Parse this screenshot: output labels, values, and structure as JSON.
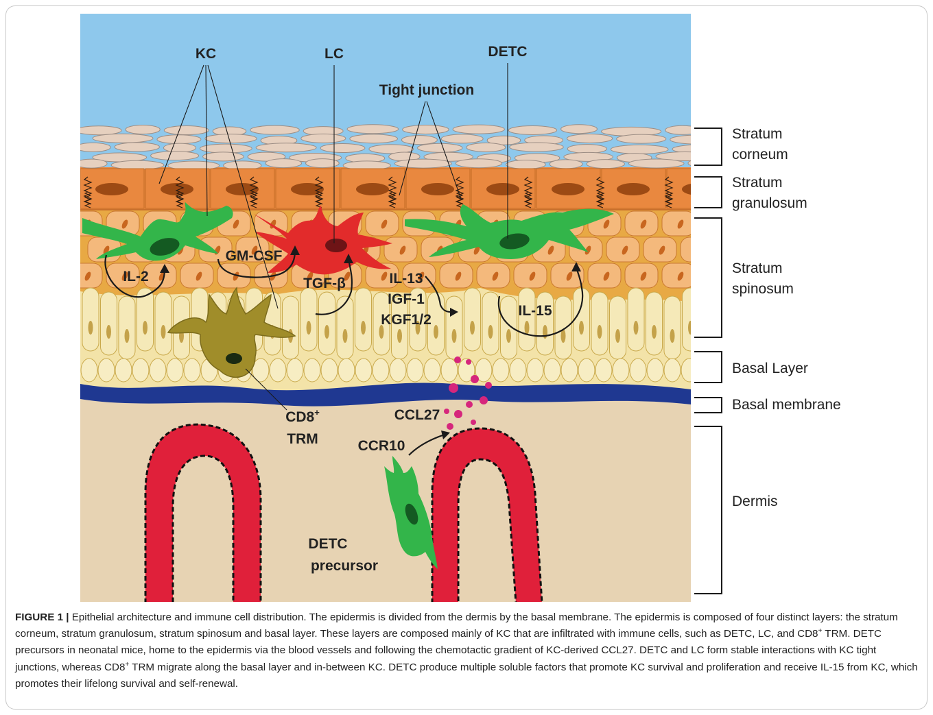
{
  "labels": {
    "kc": "KC",
    "lc": "LC",
    "detc": "DETC",
    "tight_junction": "Tight junction",
    "gm_csf": "GM-CSF",
    "il2": "IL-2",
    "tgf_b": "TGF-β",
    "il13": "IL-13",
    "igf1": "IGF-1",
    "kgf": "KGF1/2",
    "il15": "IL-15",
    "cd8_base": "CD8",
    "cd8_sup": "+",
    "trm": "TRM",
    "ccl27": "CCL27",
    "ccr10": "CCR10",
    "detc_precursor_1": "DETC",
    "detc_precursor_2": "precursor"
  },
  "layers": {
    "corneum_1": "Stratum",
    "corneum_2": "corneum",
    "granulosum_1": "Stratum",
    "granulosum_2": "granulosum",
    "spinosum_1": "Stratum",
    "spinosum_2": "spinosum",
    "basal_layer": "Basal Layer",
    "basal_membrane": "Basal membrane",
    "dermis": "Dermis"
  },
  "caption": {
    "label": "FIGURE 1 |",
    "part1": " Epithelial architecture and immune cell distribution. The epidermis is divided from the dermis by the basal membrane. The epidermis is composed of four distinct layers: the stratum corneum, stratum granulosum, stratum spinosum and basal layer. These layers are composed mainly of KC that are infiltrated with immune cells, such as DETC, LC, and CD8",
    "sup1": "+",
    "part2": " TRM. DETC precursors in neonatal mice, home to the epidermis via the blood vessels and following the chemotactic gradient of KC-derived CCL27. DETC and LC form stable interactions with KC tight junctions, whereas CD8",
    "sup2": "+",
    "part3": " TRM migrate along the basal layer and in-between KC. DETC produce multiple soluble factors that promote KC survival and proliferation and receive IL-15 from KC, which promotes their lifelong survival and self-renewal."
  },
  "colors": {
    "sky": "#8ec8ec",
    "corneocyte": "#e6d0bf",
    "granular": "#e9883f",
    "spinous": "#e7a64c",
    "basal": "#f5e9b8",
    "membrane": "#1f3891",
    "dermis": "#e7d3b3",
    "vessel": "#e0203a",
    "detc": "#33b54a",
    "lc": "#e22b2b",
    "trm": "#a08d2a",
    "ccl27": "#d6267c"
  }
}
